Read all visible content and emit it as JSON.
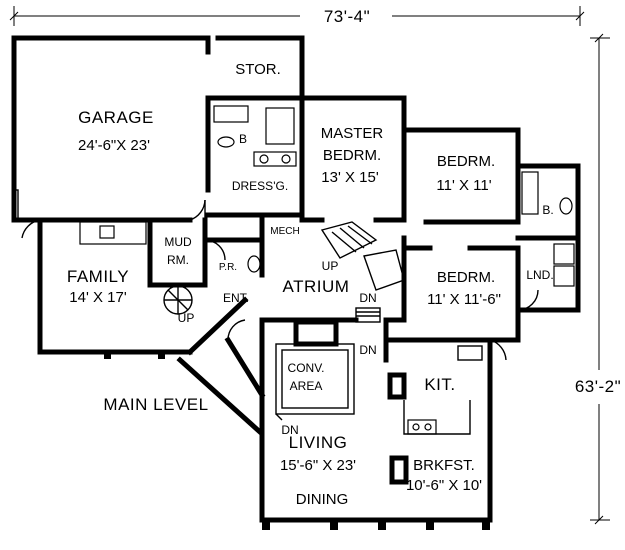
{
  "dimensions": {
    "width": "73'-4\"",
    "height": "63'-2\""
  },
  "level_label": "MAIN LEVEL",
  "rooms": {
    "storage": "STOR.",
    "garage_name": "GARAGE",
    "garage_size": "24'-6\"X 23'",
    "master_bath": "B",
    "dressing": "DRESS'G.",
    "master_name": "MASTER",
    "master_name2": "BEDRM.",
    "master_size": "13' X 15'",
    "bedroom2_name": "BEDRM.",
    "bedroom2_size": "11' X 11'",
    "bath2": "B.",
    "mudroom_name": "MUD",
    "mudroom_name2": "RM.",
    "mech": "MECH",
    "powder_room": "P.R.",
    "family_name": "FAMILY",
    "family_size": "14' X 17'",
    "atrium": "ATRIUM",
    "entry": "ENT.",
    "bedroom3_name": "BEDRM.",
    "bedroom3_size": "11' X 11'-6\"",
    "laundry": "LND.",
    "conv_area": "CONV.",
    "conv_area2": "AREA",
    "kitchen": "KIT.",
    "living_name": "LIVING",
    "living_size": "15'-6\" X 23'",
    "breakfast_name": "BRKFST.",
    "breakfast_size": "10'-6\" X 10'",
    "dining": "DINING"
  },
  "stairs": {
    "up_family": "UP",
    "up_atrium": "UP",
    "dn_atrium": "DN",
    "dn_conv": "DN",
    "dn_living": "DN"
  }
}
